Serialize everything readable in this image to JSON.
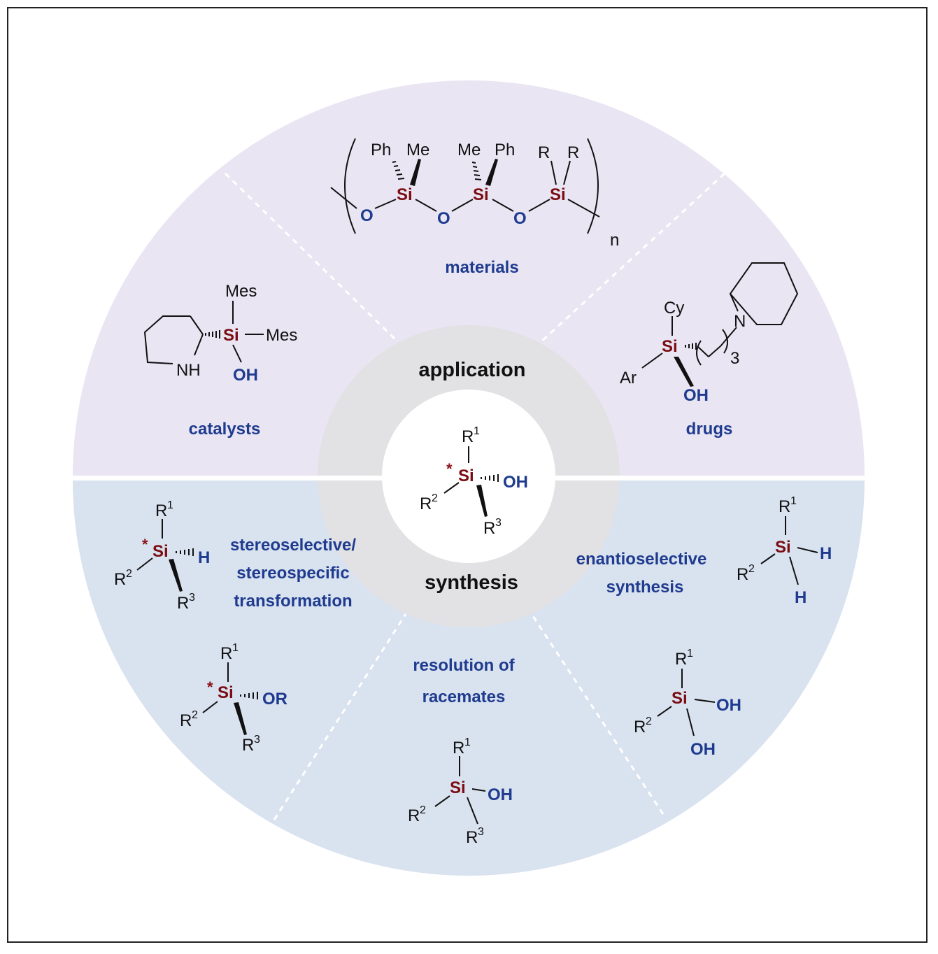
{
  "colors": {
    "application_sector": "#e9e5f3",
    "synthesis_sector": "#d9e2ef",
    "hub_ring": "#e2e1e3",
    "label_blue": "#1f3b8f",
    "silicon_red": "#7a0c12"
  },
  "hub": {
    "top_label": "application",
    "bottom_label": "synthesis"
  },
  "sectors": {
    "materials": "materials",
    "catalysts": "catalysts",
    "drugs": "drugs",
    "stereo_line1": "stereoselective/",
    "stereo_line2": "stereospecific",
    "stereo_line3": "transformation",
    "enantio_line1": "enantioselective",
    "enantio_line2": "synthesis",
    "resolution_line1": "resolution of",
    "resolution_line2": "racemates"
  },
  "atoms": {
    "si": "Si",
    "o": "O",
    "oh": "OH",
    "or": "OR",
    "h": "H",
    "n": "N",
    "nh": "NH",
    "ph": "Ph",
    "me": "Me",
    "mes": "Mes",
    "cy": "Cy",
    "ar": "Ar",
    "r": "R",
    "star": "*",
    "n_index": "n",
    "three": "3",
    "one": "1",
    "two": "2"
  }
}
